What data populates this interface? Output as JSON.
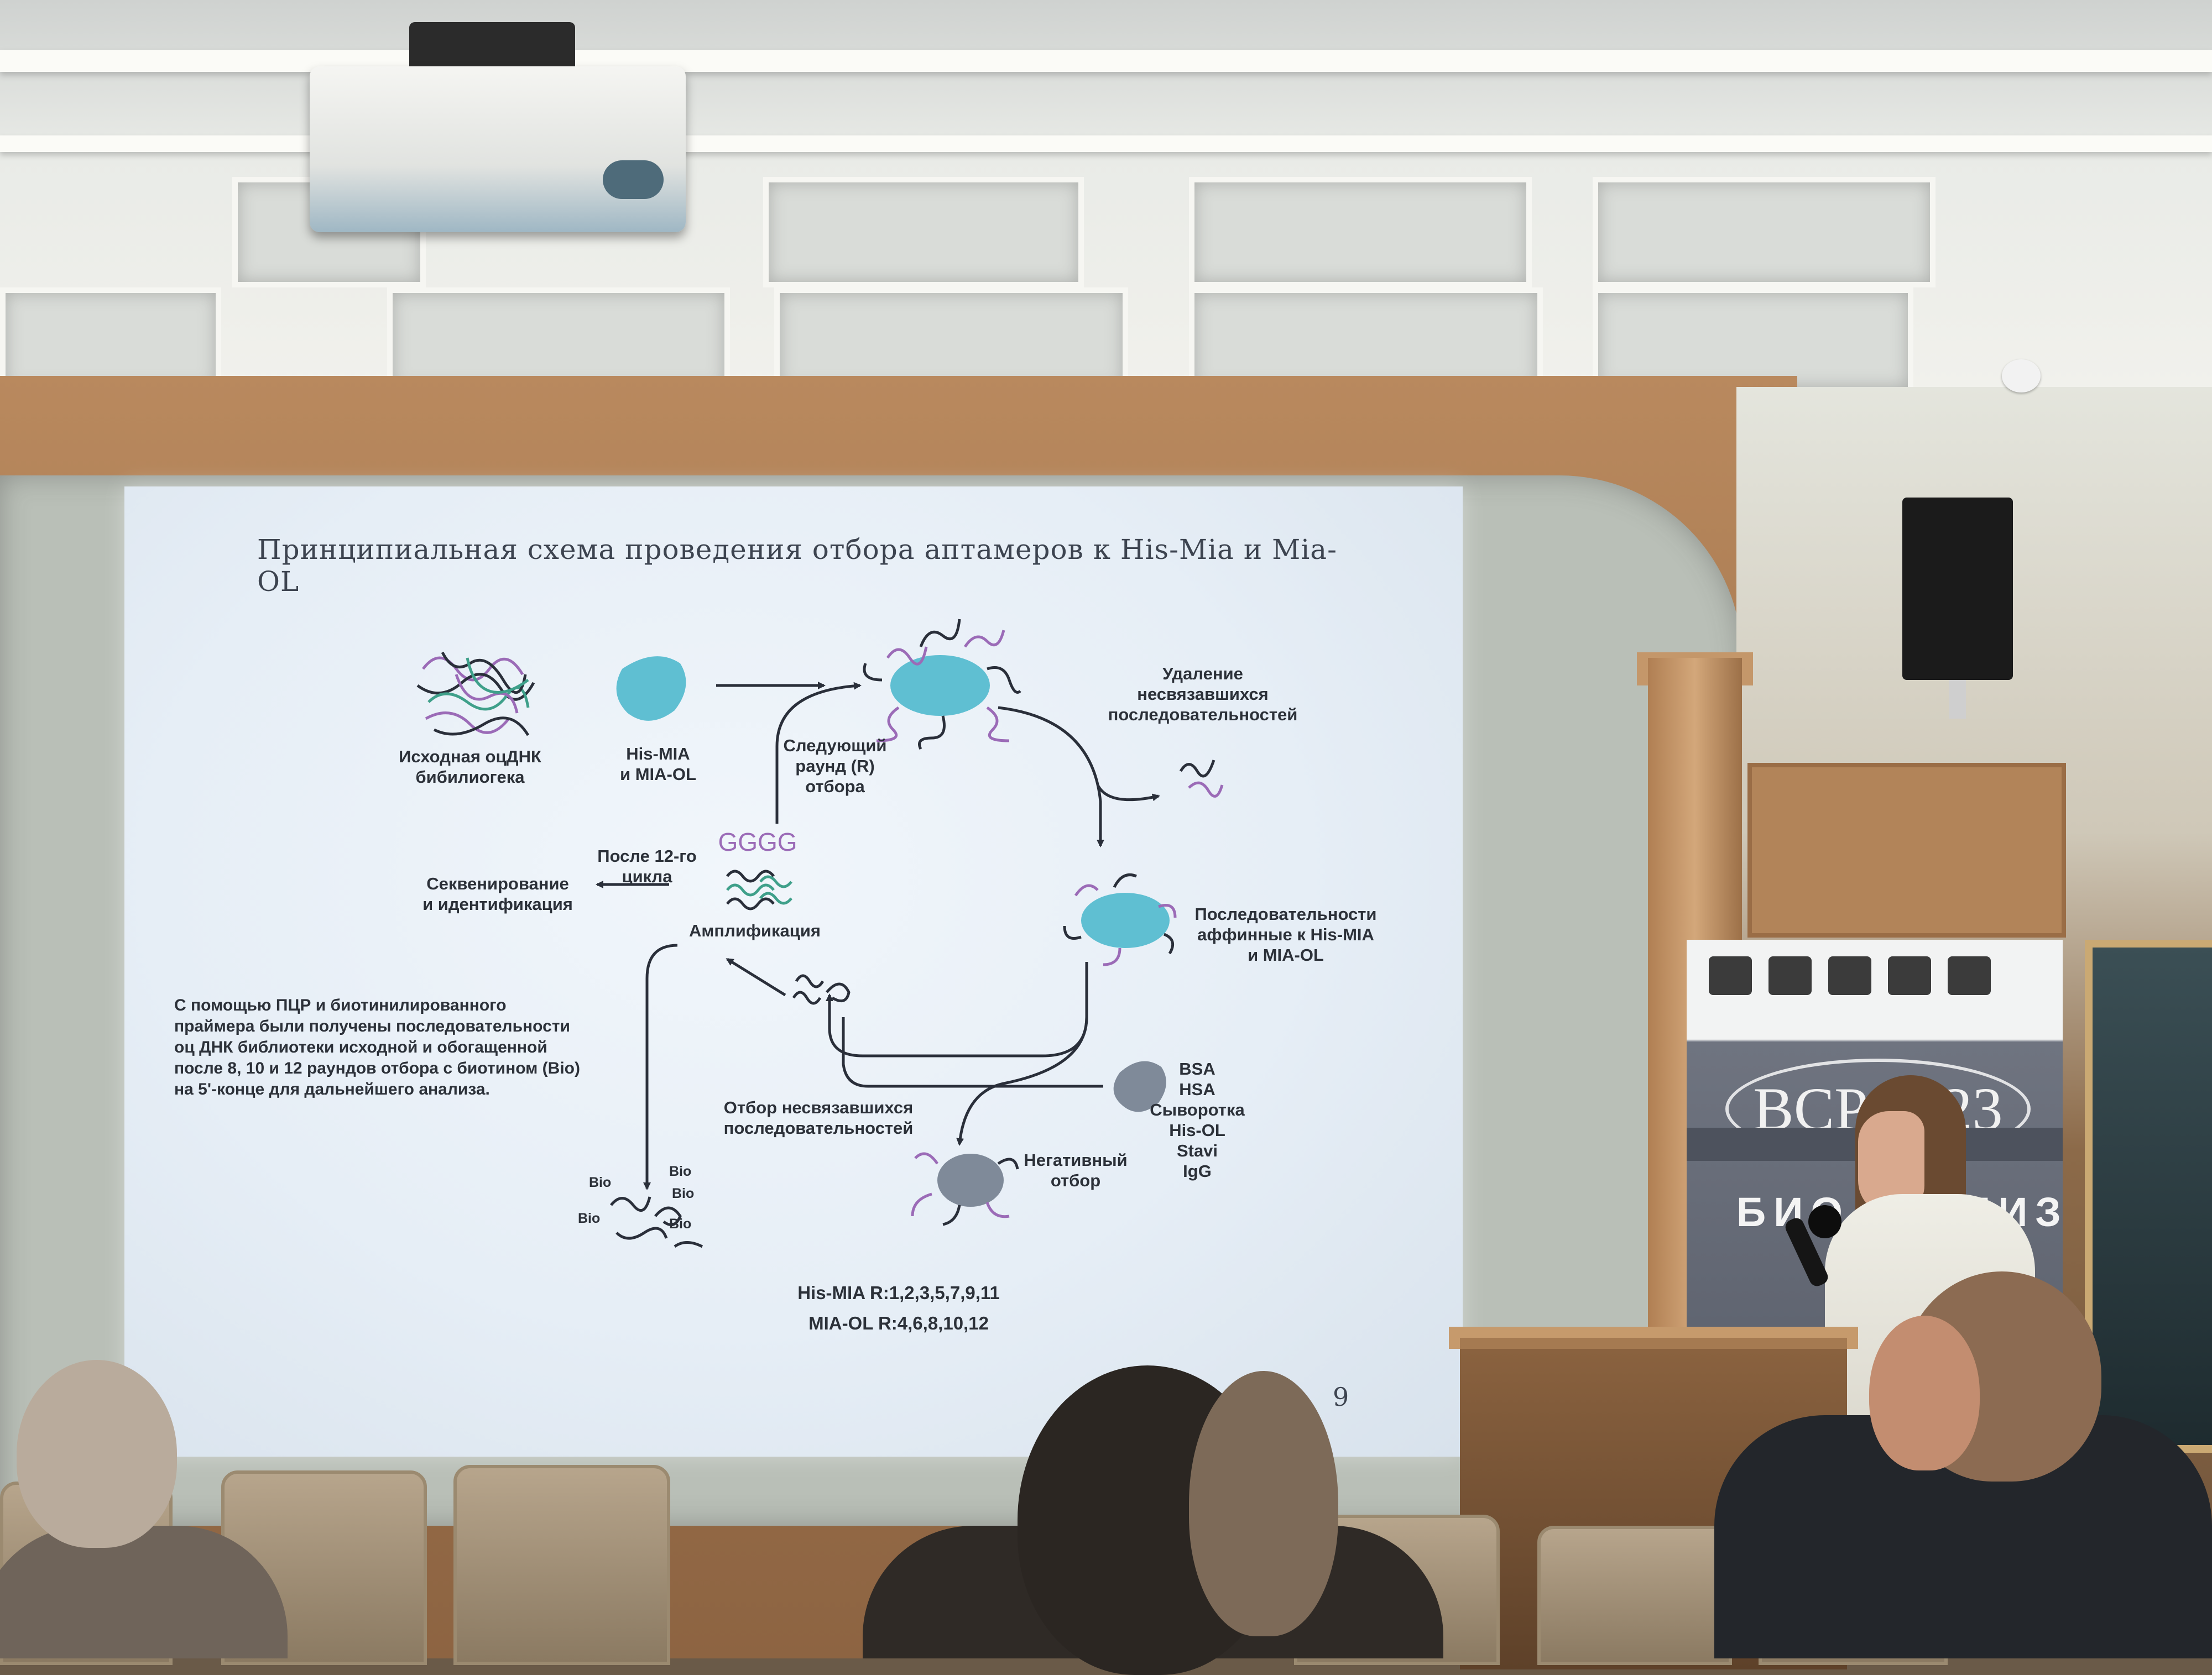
{
  "slide": {
    "title": "Принципиальная схема проведения отбора аптамеров к His-Mia и Mia-OL",
    "page_number": "9",
    "labels": {
      "library": "Исходная оцДНК\nбибилиогека",
      "targets": "His-MIA\nи MIA-OL",
      "next_round": "Следующий\nраунд (R)\nотбора",
      "removal": "Удаление\nнесвязавшихся\nпоследовательностей",
      "after_12": "После 12-го\nцикла",
      "sequencing": "Секвенирование\nи идентификация",
      "amplification": "Амплификация",
      "affine": "Последовательности\nаффинные к His-MIA\nи MIA-OL",
      "pcr_note": "С помощью ПЦР и биотинилированного\nпраймера были получены  последовательности\nоц ДНК библиотеки исходной и обогащенной\nпосле 8, 10 и 12 раундов отбора с биотином (Bio)\nна 5'-конце для дальнейшего анализа.",
      "unbound_selection": "Отбор несвязавшихся\nпоследовательностей",
      "negative_selection": "Негативный\nотбор",
      "negative_list": "BSA\nHSA\nСыворотка\nHis-OL\nStavi\nIgG",
      "his_mia_rounds": "His-MIA R:1,2,3,5,7,9,11",
      "mia_ol_rounds": "MIA-OL R:4,6,8,10,12",
      "bio": "Bio",
      "gggg": "GGGG"
    }
  },
  "banner": {
    "acronym": "BCP 2023",
    "word": "БИОАНАЛИЗ"
  },
  "colors": {
    "target_blob": "#5fbfd2",
    "negative_blob": "#7f8a99",
    "dna_purple": "#9b6bb7",
    "dna_green": "#3fa08a",
    "dna_dark": "#2a2f3a",
    "arrow": "#2a2f3a"
  }
}
